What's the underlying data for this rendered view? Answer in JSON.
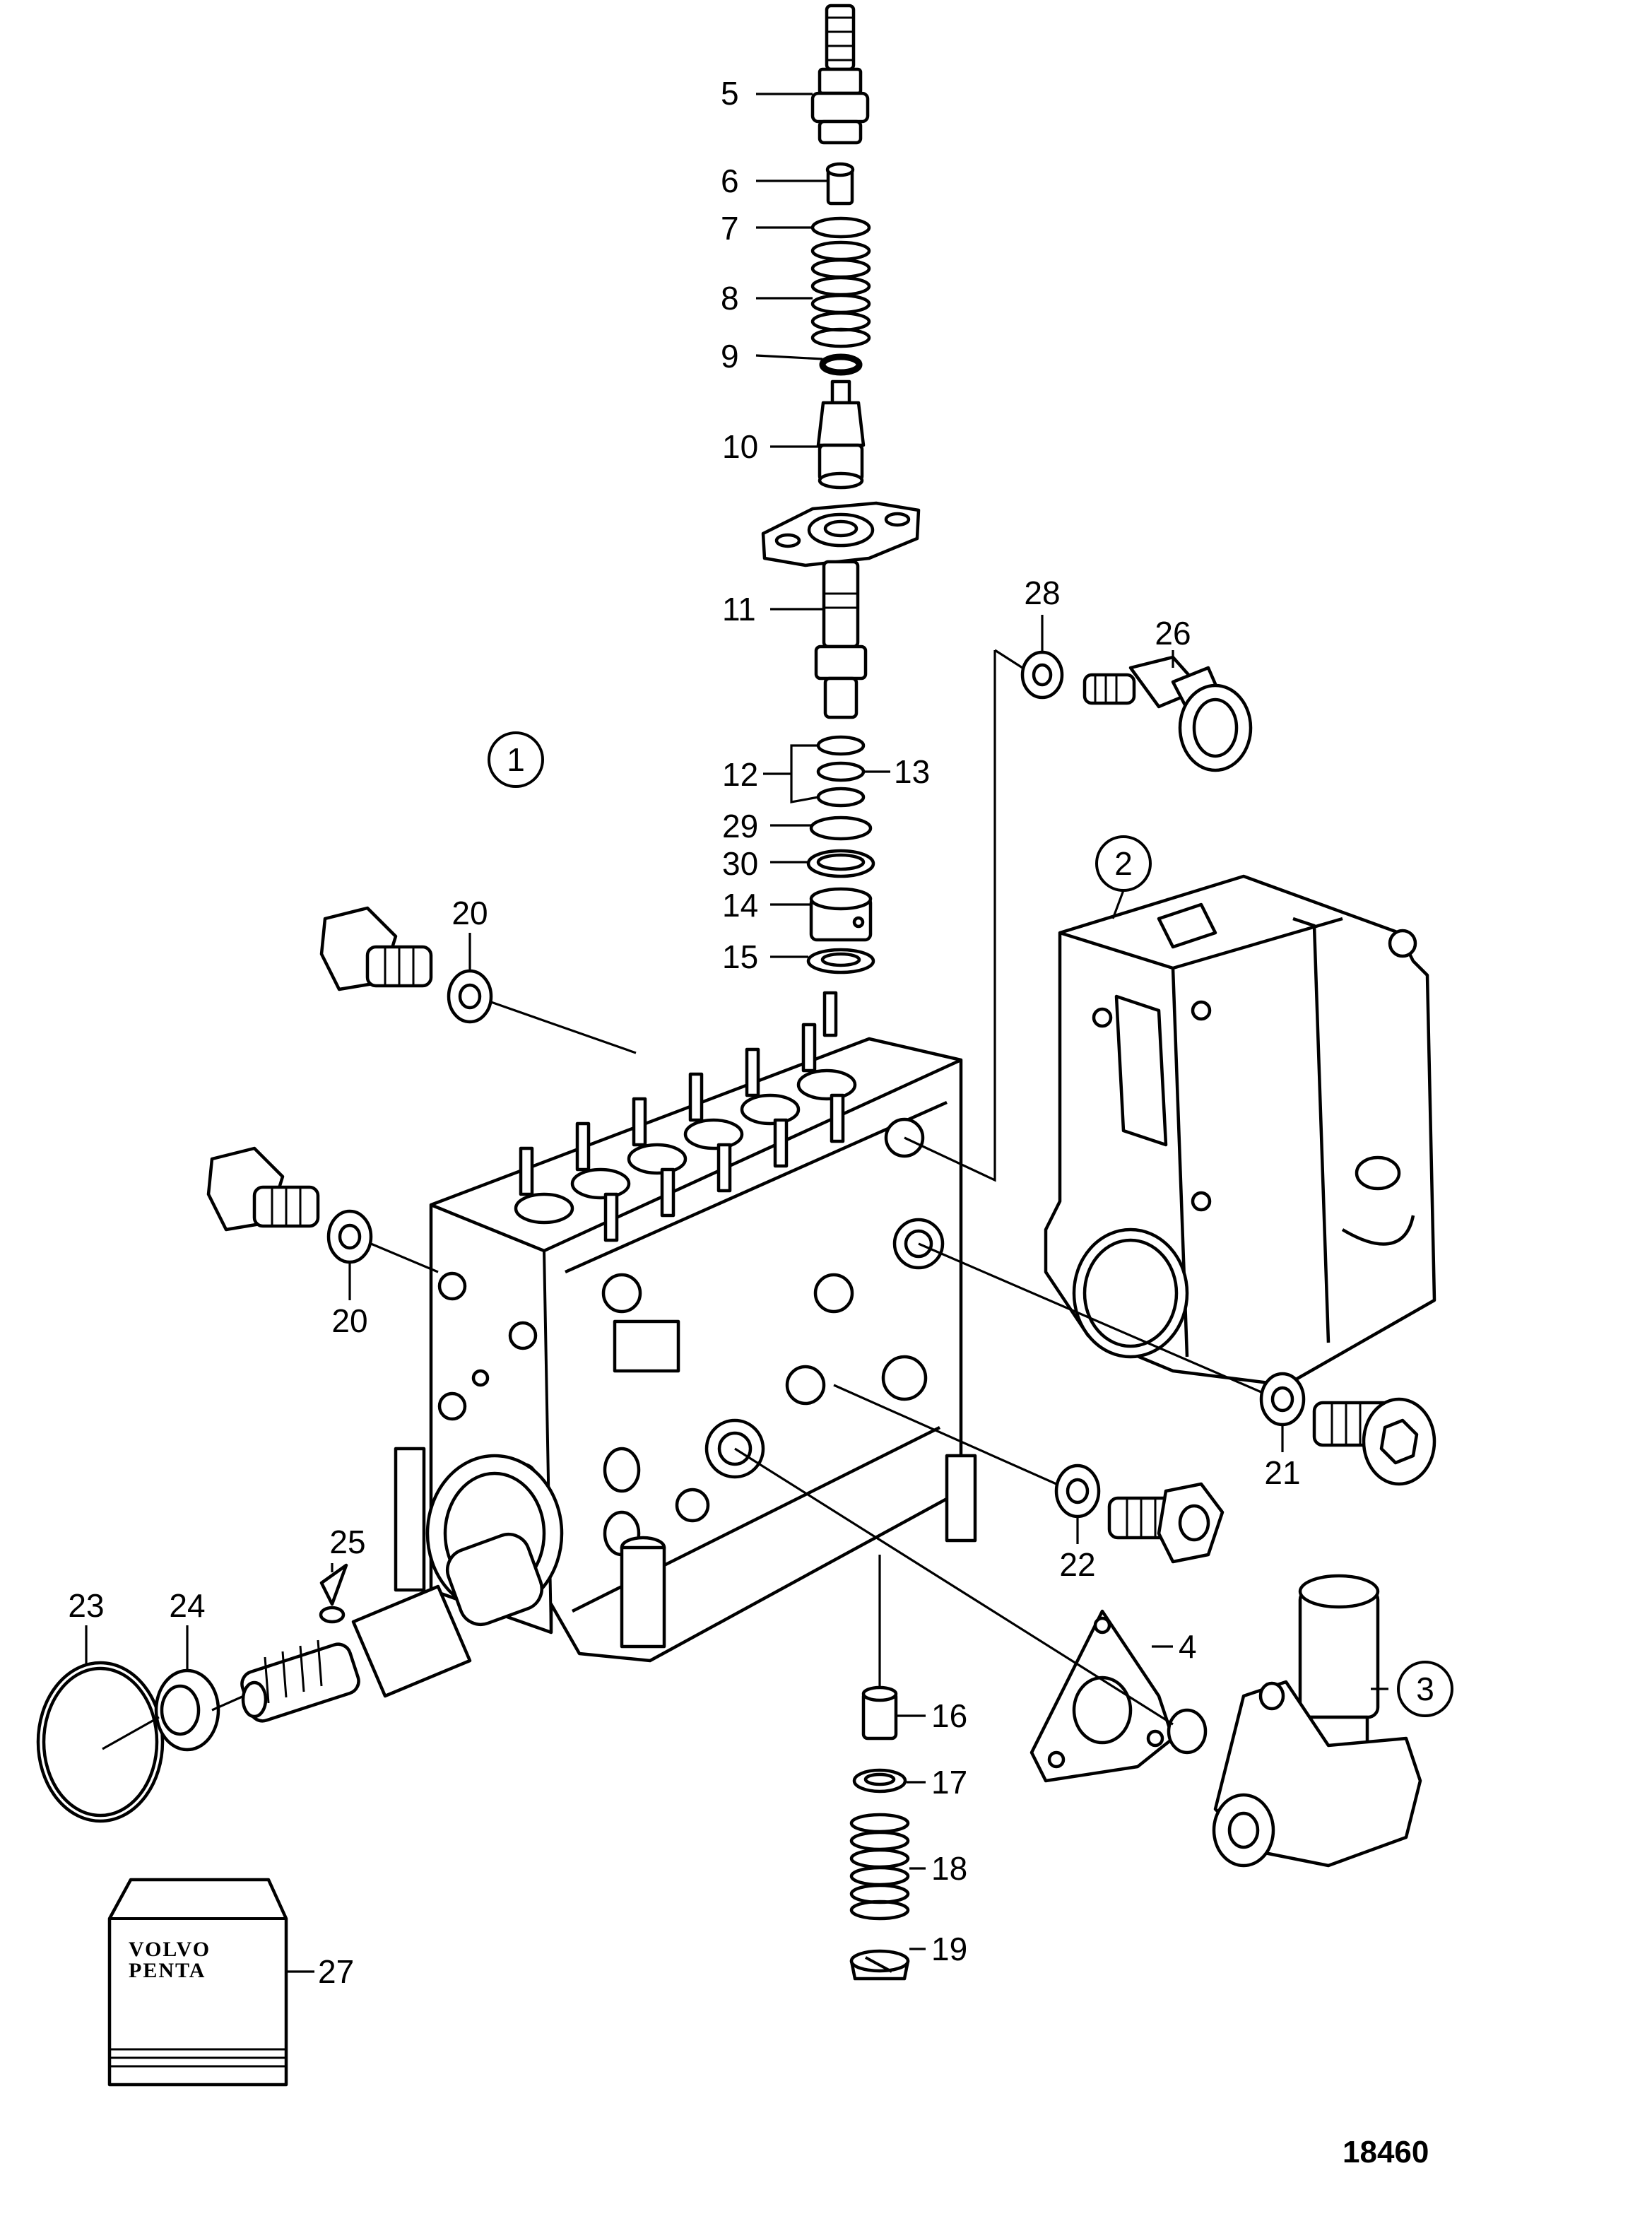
{
  "labels": {
    "p1": "1",
    "p2": "2",
    "p3": "3",
    "p4": "4",
    "p5": "5",
    "p6": "6",
    "p7": "7",
    "p8": "8",
    "p9": "9",
    "p10": "10",
    "p11": "11",
    "p12": "12",
    "p13": "13",
    "p14": "14",
    "p15": "15",
    "p16": "16",
    "p17": "17",
    "p18": "18",
    "p19": "19",
    "p20a": "20",
    "p20b": "20",
    "p21": "21",
    "p22": "22",
    "p23": "23",
    "p24": "24",
    "p25": "25",
    "p26": "26",
    "p27": "27",
    "p28": "28",
    "p29": "29",
    "p30": "30"
  },
  "drawing_number": "18460",
  "logo": {
    "line1": "VOLVO",
    "line2": "PENTA"
  }
}
